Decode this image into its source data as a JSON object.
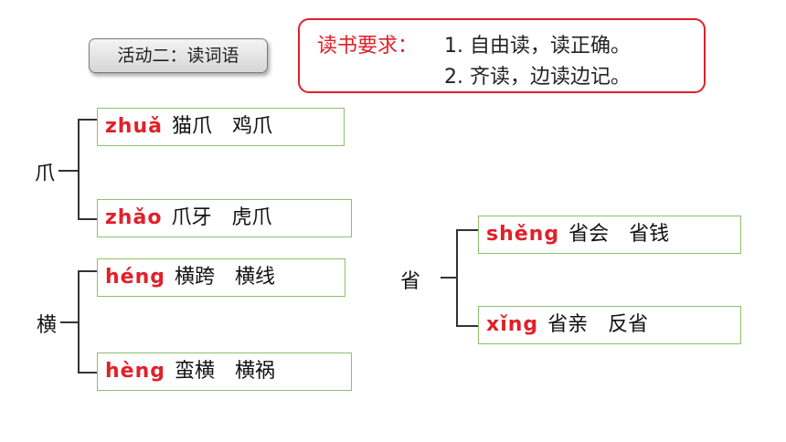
{
  "activity": {
    "label": "活动二：读词语"
  },
  "requirements": {
    "title": "读书要求：",
    "line1": "1. 自由读，读正确。",
    "line2": "2. 齐读，边读边记。"
  },
  "groups": [
    {
      "char": "爪",
      "items": [
        {
          "pinyin": "zhuǎ",
          "words": "猫爪　鸡爪"
        },
        {
          "pinyin": "zhǎo",
          "words": "爪牙　虎爪"
        }
      ]
    },
    {
      "char": "横",
      "items": [
        {
          "pinyin": "héng",
          "words": "横跨　横线"
        },
        {
          "pinyin": "hèng",
          "words": "蛮横　横祸"
        }
      ]
    },
    {
      "char": "省",
      "items": [
        {
          "pinyin": "shěng",
          "words": "省会　省钱"
        },
        {
          "pinyin": "xǐng",
          "words": "省亲　反省"
        }
      ]
    }
  ],
  "colors": {
    "pinyin": "#e0202a",
    "box_border": "#8fbf6a",
    "req_border": "#e0202a"
  }
}
